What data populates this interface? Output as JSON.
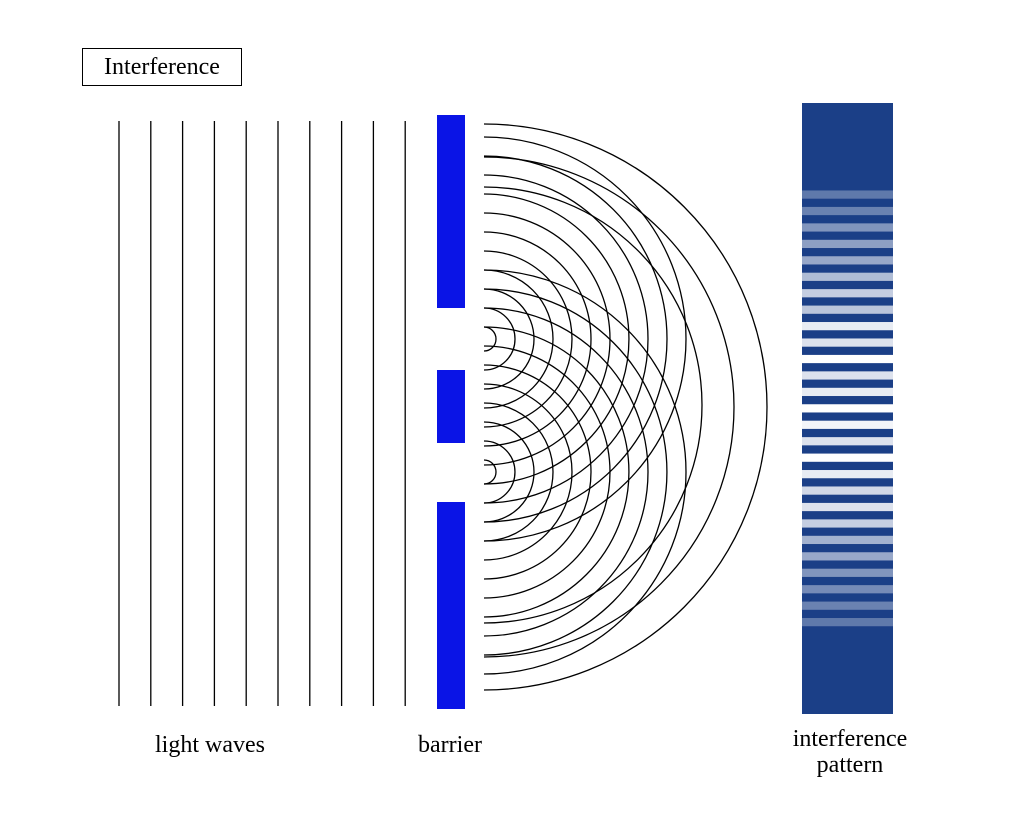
{
  "title": "Interference",
  "labels": {
    "light_waves": "light waves",
    "barrier": "barrier",
    "pattern_line1": "interference",
    "pattern_line2": "pattern"
  },
  "colors": {
    "barrier": "#0a14e6",
    "pattern_dark": "#1b3f87",
    "pattern_light": "#ffffff",
    "wave_line": "#000000"
  },
  "light_waves": {
    "count": 10
  },
  "interference_pattern": {
    "fringes": [
      {
        "level": 0.3
      },
      {
        "level": 0.35
      },
      {
        "level": 0.45
      },
      {
        "level": 0.5
      },
      {
        "level": 0.55
      },
      {
        "level": 0.65
      },
      {
        "level": 0.75
      },
      {
        "level": 0.7
      },
      {
        "level": 0.9
      },
      {
        "level": 0.85
      },
      {
        "level": 1.0
      },
      {
        "level": 0.85
      },
      {
        "level": 0.9
      },
      {
        "level": 1.0
      },
      {
        "level": 0.95
      },
      {
        "level": 0.85
      },
      {
        "level": 1.0
      },
      {
        "level": 0.9
      },
      {
        "level": 0.8
      },
      {
        "level": 0.85
      },
      {
        "level": 0.75
      },
      {
        "level": 0.6
      },
      {
        "level": 0.55
      },
      {
        "level": 0.45
      },
      {
        "level": 0.4
      },
      {
        "level": 0.35
      },
      {
        "level": 0.3
      }
    ]
  }
}
